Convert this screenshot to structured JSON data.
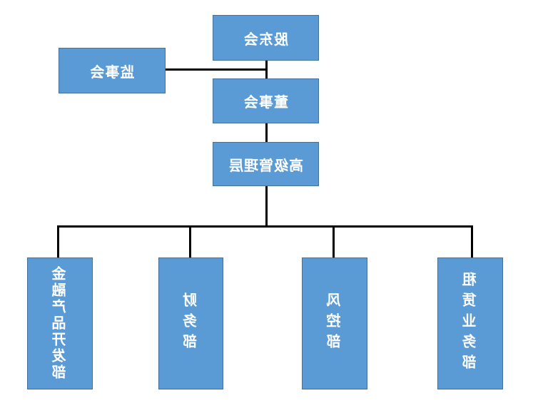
{
  "nodes": {
    "shareholders_meeting": "股东会",
    "supervisory_board": "监事会",
    "board_of_directors": "董事会",
    "senior_management": "高级管理层",
    "dept_financial_product_dev": "金融产品开发部",
    "dept_finance": "财务部",
    "dept_risk_control": "风控部",
    "dept_leasing_business": "租赁业务部"
  },
  "colors": {
    "box_fill": "#5b9bd5",
    "box_border": "#41719c",
    "box_text": "#ffffff",
    "connector": "#000000"
  }
}
